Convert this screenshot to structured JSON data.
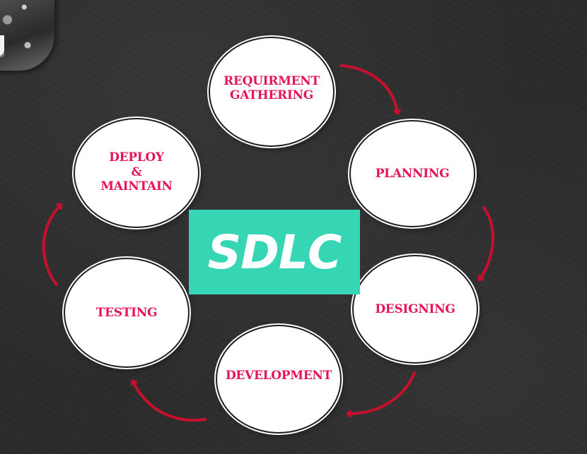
{
  "diagram": {
    "center_title": "SDLC",
    "nodes": [
      {
        "id": "requirement",
        "label": "REQUIRMENT\nGATHERING"
      },
      {
        "id": "planning",
        "label": "PLANNING"
      },
      {
        "id": "designing",
        "label": "DESIGNING"
      },
      {
        "id": "development",
        "label": "DEVELOPMENT"
      },
      {
        "id": "testing",
        "label": "TESTING"
      },
      {
        "id": "deploy",
        "label": "DEPLOY\n&\nMAINTAIN"
      }
    ],
    "edges": [
      {
        "from": "requirement",
        "to": "planning"
      },
      {
        "from": "planning",
        "to": "designing"
      },
      {
        "from": "designing",
        "to": "development"
      },
      {
        "from": "development",
        "to": "testing"
      },
      {
        "from": "testing",
        "to": "deploy"
      }
    ]
  },
  "colors": {
    "background": "#2c2c2c",
    "node_fill": "#ffffff",
    "label_text": "#e6145a",
    "center_fill": "#36d6b4",
    "center_text": "#ffffff",
    "arrow": "#c8102e"
  }
}
